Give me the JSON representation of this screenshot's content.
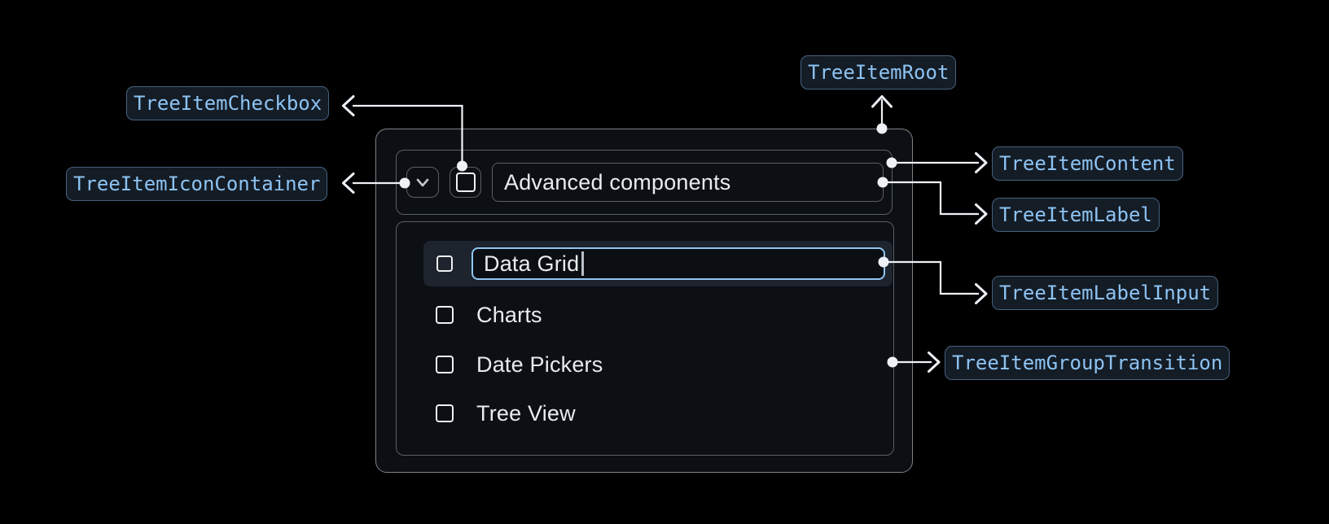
{
  "page": {
    "background": "#000000"
  },
  "badges": {
    "checkbox": "TreeItemCheckbox",
    "icon_container": "TreeItemIconContainer",
    "root": "TreeItemRoot",
    "content": "TreeItemContent",
    "label": "TreeItemLabel",
    "label_input": "TreeItemLabelInput",
    "group_transition": "TreeItemGroupTransition"
  },
  "tree": {
    "header_label": "Advanced components",
    "editing_item": {
      "value": "Data Grid",
      "state": "editing"
    },
    "items": [
      {
        "label": "Charts",
        "checked": false
      },
      {
        "label": "Date Pickers",
        "checked": false
      },
      {
        "label": "Tree View",
        "checked": false
      }
    ],
    "header_checkbox_checked": false,
    "expanded": true
  },
  "colors": {
    "badge_text": "#8dc3f2",
    "badge_bg": "#141c26",
    "badge_border": "#47617e",
    "root_border": "#7d828a",
    "inner_border": "#5a6069",
    "connector": "#eef2f6",
    "input_border": "#8fc6f2",
    "row_highlight": "#1d242e",
    "component_bg": "#0c0f14",
    "text": "#e9ecef"
  }
}
